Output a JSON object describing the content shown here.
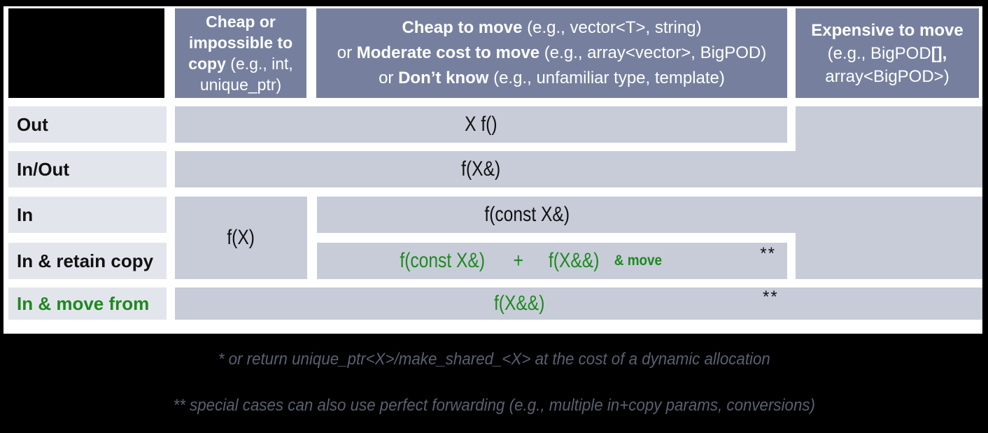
{
  "header": {
    "col1": {
      "bold": "Cheap or impossible to copy",
      "rest": " (e.g., int, unique_ptr)"
    },
    "col2": {
      "line1_bold": "Cheap to move",
      "line1_rest": " (e.g., vector<T>, string)",
      "line2_pre": "or ",
      "line2_bold": "Moderate cost to move",
      "line2_rest": " (e.g., array<vector>, BigPOD)",
      "line3_pre": "or ",
      "line3_bold": "Don’t know",
      "line3_rest": " (e.g., unfamiliar type, template)"
    },
    "col3": {
      "bold": "Expensive to move",
      "line2_a": "(e.g., BigPOD",
      "line2_b": "[],",
      "line3": "array<BigPOD>)"
    }
  },
  "rows": {
    "out": {
      "label": "Out"
    },
    "inout": {
      "label": "In/Out"
    },
    "in": {
      "label": "In"
    },
    "retain": {
      "label": "In & retain copy"
    },
    "movefrom": {
      "label": "In & move from"
    }
  },
  "cells": {
    "out": "X f()",
    "inout": "f(X&)",
    "in_value": "f(X)",
    "in_const": "f(const X&)",
    "retain_first": "f(const X&)",
    "retain_plus": "+",
    "retain_second": "f(X&&)",
    "retain_suffix": "& move",
    "retain_footnote": "**",
    "movefrom_value": "f(X&&)",
    "movefrom_footnote": "**"
  },
  "footnotes": {
    "line1": "* or return unique_ptr<X>/make_shared_<X> at the cost of a dynamic allocation",
    "line2": "** special cases can also use perfect forwarding (e.g., multiple in+copy params, conversions)"
  },
  "colors": {
    "header_bg": "#76809e",
    "cell_bg": "#c8ccd9",
    "label_bg": "#e3e5ed",
    "green": "#1d8a1d",
    "footnote_text": "#5a6070"
  }
}
